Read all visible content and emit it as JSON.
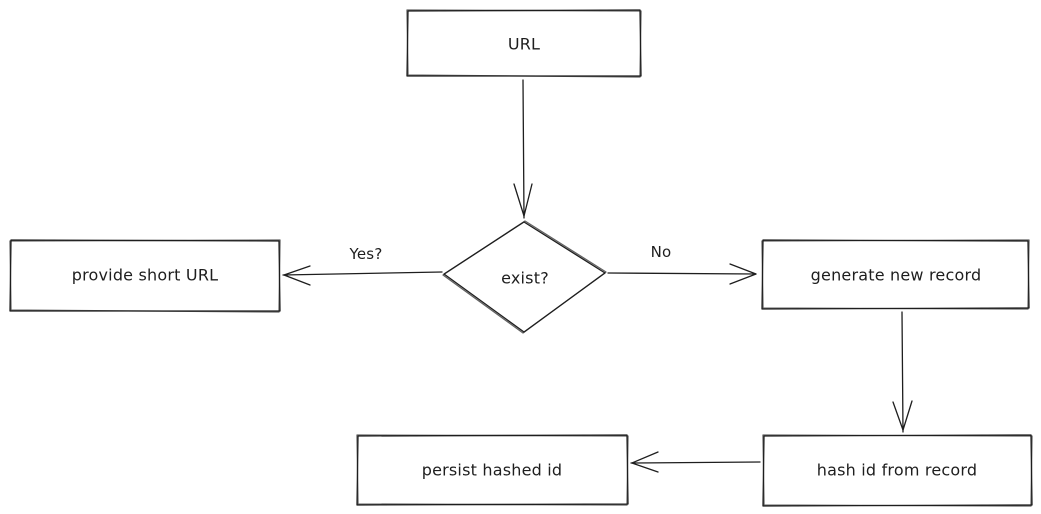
{
  "diagram": {
    "nodes": {
      "url": {
        "label": "URL",
        "shape": "rectangle"
      },
      "exist": {
        "label": "exist?",
        "shape": "diamond"
      },
      "provide": {
        "label": "provide short URL",
        "shape": "rectangle"
      },
      "generate": {
        "label": "generate new record",
        "shape": "rectangle"
      },
      "hash": {
        "label": "hash id from record",
        "shape": "rectangle"
      },
      "persist": {
        "label": "persist hashed id",
        "shape": "rectangle"
      }
    },
    "edges": {
      "url_to_exist": {
        "from": "url",
        "to": "exist",
        "label": ""
      },
      "exist_to_provide": {
        "from": "exist",
        "to": "provide",
        "label": "Yes?"
      },
      "exist_to_generate": {
        "from": "exist",
        "to": "generate",
        "label": "No"
      },
      "generate_to_hash": {
        "from": "generate",
        "to": "hash",
        "label": ""
      },
      "hash_to_persist": {
        "from": "hash",
        "to": "persist",
        "label": ""
      }
    },
    "stroke_color": "#1e1e1e",
    "background_color": "#ffffff",
    "style": "hand-drawn sketch"
  }
}
